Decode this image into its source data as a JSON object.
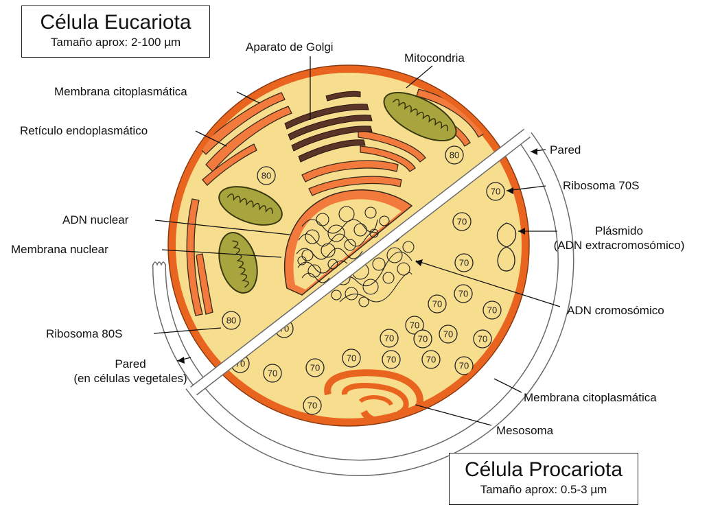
{
  "eukaryote": {
    "title": "Célula Eucariota",
    "size": "Tamaño aprox: 2-100 µm",
    "labels": {
      "golgi": "Aparato de Golgi",
      "mitochondria": "Mitocondria",
      "membrane": "Membrana citoplasmática",
      "er": "Retículo endoplasmático",
      "nuclear_dna": "ADN nuclear",
      "nuclear_membrane": "Membrana nuclear",
      "ribosome": "Ribosoma 80S",
      "wall_line1": "Pared",
      "wall_line2": "(en células vegetales)"
    },
    "ribosome_text": "80"
  },
  "prokaryote": {
    "title": "Célula Procariota",
    "size": "Tamaño aprox: 0.5-3 µm",
    "labels": {
      "wall": "Pared",
      "ribosome": "Ribosoma 70S",
      "plasmid_line1": "Plásmido",
      "plasmid_line2": "(ADN extracromosómico)",
      "chromosomal_dna": "ADN cromosómico",
      "membrane": "Membrana citoplasmática",
      "mesosome": "Mesosoma"
    },
    "ribosome_text": "70"
  },
  "colors": {
    "cytoplasm": "#f7de8e",
    "membrane": "#e9651f",
    "organelle": "#f27a3c",
    "mitochondria": "#a8a43e",
    "golgi": "#5b3428",
    "outline": "#3a2a1a"
  }
}
